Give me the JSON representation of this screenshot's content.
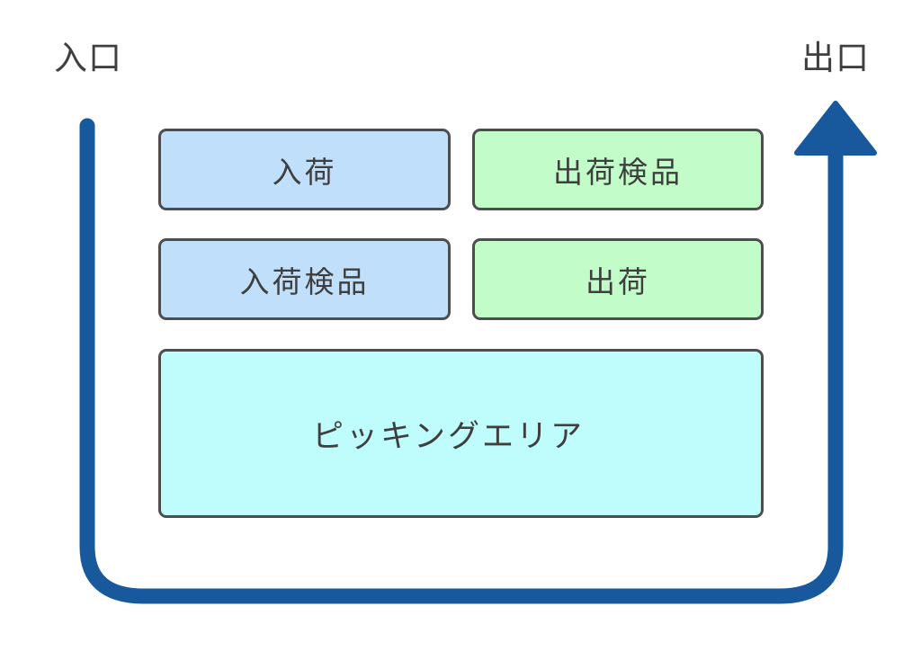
{
  "diagram": {
    "title_present": false,
    "background_color": "#ffffff",
    "flow": {
      "name": "warehouse-flow-path",
      "color": "#17599c",
      "stroke_width": 17,
      "start_label": "入口",
      "end_label": "出口",
      "arrow_direction": "up",
      "path_description": "down-left-side, across-bottom, up-right-side"
    },
    "labels": {
      "entrance": "入口",
      "exit": "出口"
    },
    "zones": [
      {
        "id": "inbound",
        "label": "入荷",
        "fill": "#bfdffb",
        "border": "#4d4d4d",
        "row": 1,
        "column": "left"
      },
      {
        "id": "outbound-check",
        "label": "出荷検品",
        "fill": "#c2fcc8",
        "border": "#4d4d4d",
        "row": 1,
        "column": "right"
      },
      {
        "id": "inbound-check",
        "label": "入荷検品",
        "fill": "#bfdffb",
        "border": "#4d4d4d",
        "row": 2,
        "column": "left"
      },
      {
        "id": "outbound",
        "label": "出荷",
        "fill": "#c2fcc8",
        "border": "#4d4d4d",
        "row": 2,
        "column": "right"
      },
      {
        "id": "picking",
        "label": "ピッキングエリア",
        "fill": "#bffcfc",
        "border": "#4d4d4d",
        "row": 3,
        "column": "full"
      }
    ]
  }
}
